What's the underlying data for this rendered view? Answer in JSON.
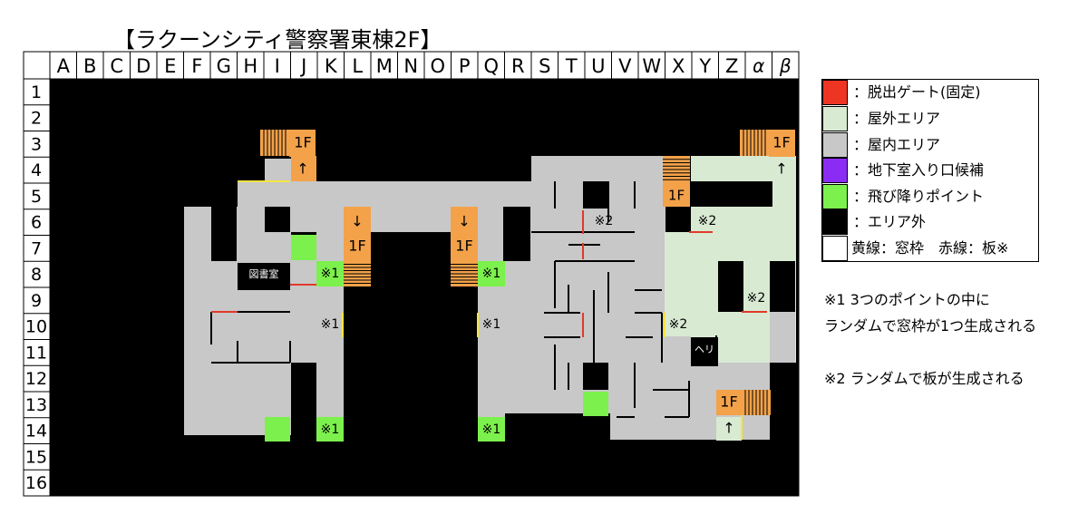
{
  "title": "【ラクーンシティ警察署東棟2F】",
  "grid": {
    "columns": [
      "A",
      "B",
      "C",
      "D",
      "E",
      "F",
      "G",
      "H",
      "I",
      "J",
      "K",
      "L",
      "M",
      "N",
      "O",
      "P",
      "Q",
      "R",
      "S",
      "T",
      "U",
      "V",
      "W",
      "X",
      "Y",
      "Z",
      "α",
      "β"
    ],
    "rows": [
      "1",
      "2",
      "3",
      "4",
      "5",
      "6",
      "7",
      "8",
      "9",
      "10",
      "11",
      "12",
      "13",
      "14",
      "15",
      "16"
    ]
  },
  "colors": {
    "exit_gate": "#ee3524",
    "outdoor": "#d9ead3",
    "indoor": "#c8c8c8",
    "basement": "#8b2cf5",
    "drop": "#7cf04c",
    "outside": "#000000",
    "stairs": "#f3a24a",
    "window_line": "#f4e542",
    "board_line": "#e03a2a"
  },
  "labels": {
    "library": "図書室",
    "heli": "ヘリ",
    "floor_1f": "1F",
    "arrow_up": "↑",
    "arrow_down": "↓",
    "mark1": "※1",
    "mark2": "※2"
  },
  "legend": [
    {
      "key": "exit_gate",
      "text": "：脱出ゲート(固定)"
    },
    {
      "key": "outdoor",
      "text": "：屋外エリア"
    },
    {
      "key": "indoor",
      "text": "：屋内エリア"
    },
    {
      "key": "basement",
      "text": "：地下室入り口候補"
    },
    {
      "key": "drop",
      "text": "：飛び降りポイント"
    },
    {
      "key": "outside",
      "text": "：エリア外"
    }
  ],
  "legend_lines": "黄線：窓枠　赤線：板※",
  "notes": {
    "note1_line1": "※1 3つのポイントの中に",
    "note1_line2": "ランダムで窓枠が1つ生成される",
    "note2": "※2 ランダムで板が生成される"
  }
}
